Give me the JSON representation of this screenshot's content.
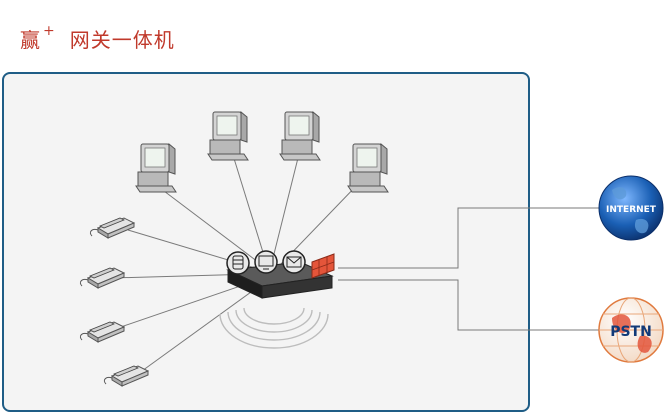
{
  "title": {
    "main": "赢",
    "plus": "+",
    "rest": "网关一体机"
  },
  "nodes": {
    "internet_label": "INTERNET",
    "pstn_label": "PSTN"
  },
  "colors": {
    "title": "#c0392b",
    "panel_border": "#1f5d86",
    "panel_bg": "#f4f4f4",
    "link_line": "#7a7a7a",
    "firewall": "#e4553a",
    "globe": "#1a5fb4",
    "pstn_globe": "#e07a3e"
  },
  "devices": {
    "computers": 4,
    "phones": 4,
    "gateway_icons": [
      "database-icon",
      "monitor-icon",
      "mail-icon"
    ]
  }
}
